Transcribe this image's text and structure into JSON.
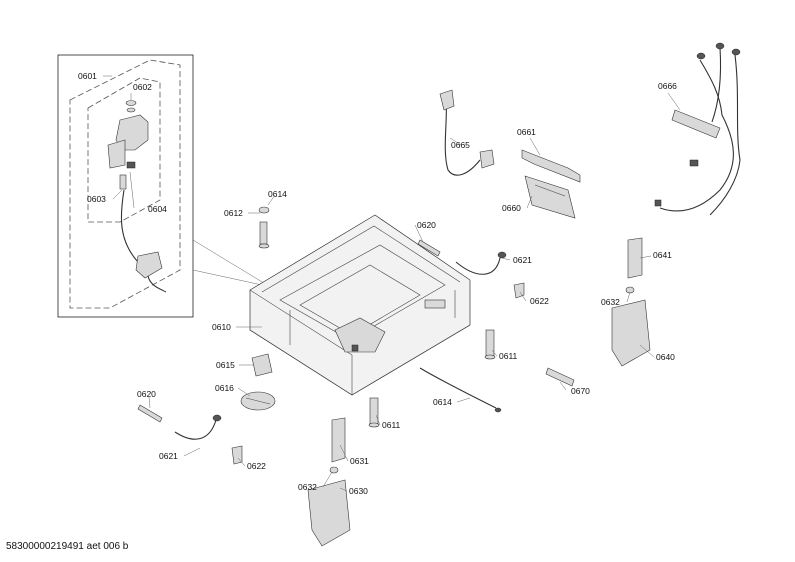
{
  "diagram": {
    "document_id": "58300000219491 aet 006 b",
    "labels": {
      "p0601": "0601",
      "p0602": "0602",
      "p0603": "0603",
      "p0604": "0604",
      "p0610": "0610",
      "p0611a": "0611",
      "p0611b": "0611",
      "p0612": "0612",
      "p0614a": "0614",
      "p0614b": "0614",
      "p0615": "0615",
      "p0616": "0616",
      "p0620a": "0620",
      "p0620b": "0620",
      "p0621a": "0621",
      "p0621b": "0621",
      "p0622a": "0622",
      "p0622b": "0622",
      "p0630": "0630",
      "p0631": "0631",
      "p0632a": "0632",
      "p0632b": "0632",
      "p0640": "0640",
      "p0641": "0641",
      "p0660": "0660",
      "p0661": "0661",
      "p0665": "0665",
      "p0666": "0666",
      "p0670": "0670"
    }
  }
}
